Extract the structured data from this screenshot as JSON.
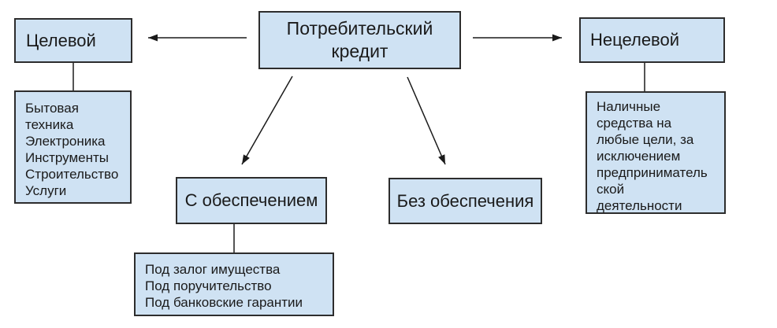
{
  "diagram": {
    "root": {
      "label": "Потребительский\nкредит"
    },
    "targeted": {
      "label": "Целевой"
    },
    "targeted_details": {
      "text": "Бытовая\nтехника\nЭлектроника\nИнструменты\nСтроительство\nУслуги"
    },
    "non_targeted": {
      "label": "Нецелевой"
    },
    "non_targeted_details": {
      "text": "Наличные\nсредства на\nлюбые цели, за\nисключением\nпредприниматель\nской\nдеятельности"
    },
    "secured": {
      "label": "С обеспечением"
    },
    "unsecured": {
      "label": "Без обеспечения"
    },
    "secured_details": {
      "text": "Под залог имущества\nПод поручительство\nПод банковские гарантии"
    },
    "colors": {
      "node_fill": "#cfe2f3",
      "node_border": "#2d2d2d",
      "connector": "#1a1a1a",
      "background": "#ffffff",
      "text": "#1a1a1a"
    }
  }
}
